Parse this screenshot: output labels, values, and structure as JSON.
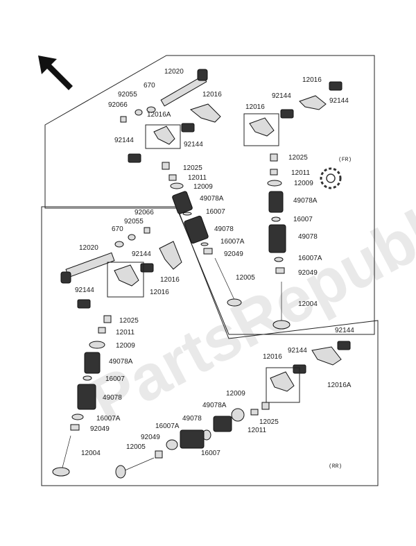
{
  "watermark": "PartsRepublik",
  "tags": {
    "front_marker": "(FR)",
    "ref_code": "(RR)"
  },
  "labels": {
    "upper": [
      "12020",
      "670",
      "92055",
      "92066",
      "12016A",
      "12016",
      "92144",
      "92144",
      "12025",
      "12011",
      "12009",
      "49078A",
      "16007",
      "49078",
      "16007A",
      "92049",
      "12005"
    ],
    "upper_right": [
      "12016",
      "92144",
      "12016",
      "92144",
      "12025",
      "12011",
      "12009",
      "49078A",
      "16007",
      "49078",
      "16007A",
      "92049",
      "12004"
    ],
    "left": [
      "92066",
      "92055",
      "670",
      "12020",
      "92144",
      "12016",
      "92144",
      "12016",
      "12025",
      "12011",
      "12009",
      "49078A",
      "16007",
      "49078",
      "16007A",
      "92049",
      "12004"
    ],
    "lower_right": [
      "92144",
      "92144",
      "12016",
      "12016A",
      "12009",
      "49078A",
      "49078",
      "16007A",
      "92049",
      "12005",
      "16007",
      "12025",
      "12011"
    ]
  },
  "colors": {
    "ink": "#111111",
    "part_fill": "#dcdcdc",
    "watermark": "#e9e9e9"
  }
}
